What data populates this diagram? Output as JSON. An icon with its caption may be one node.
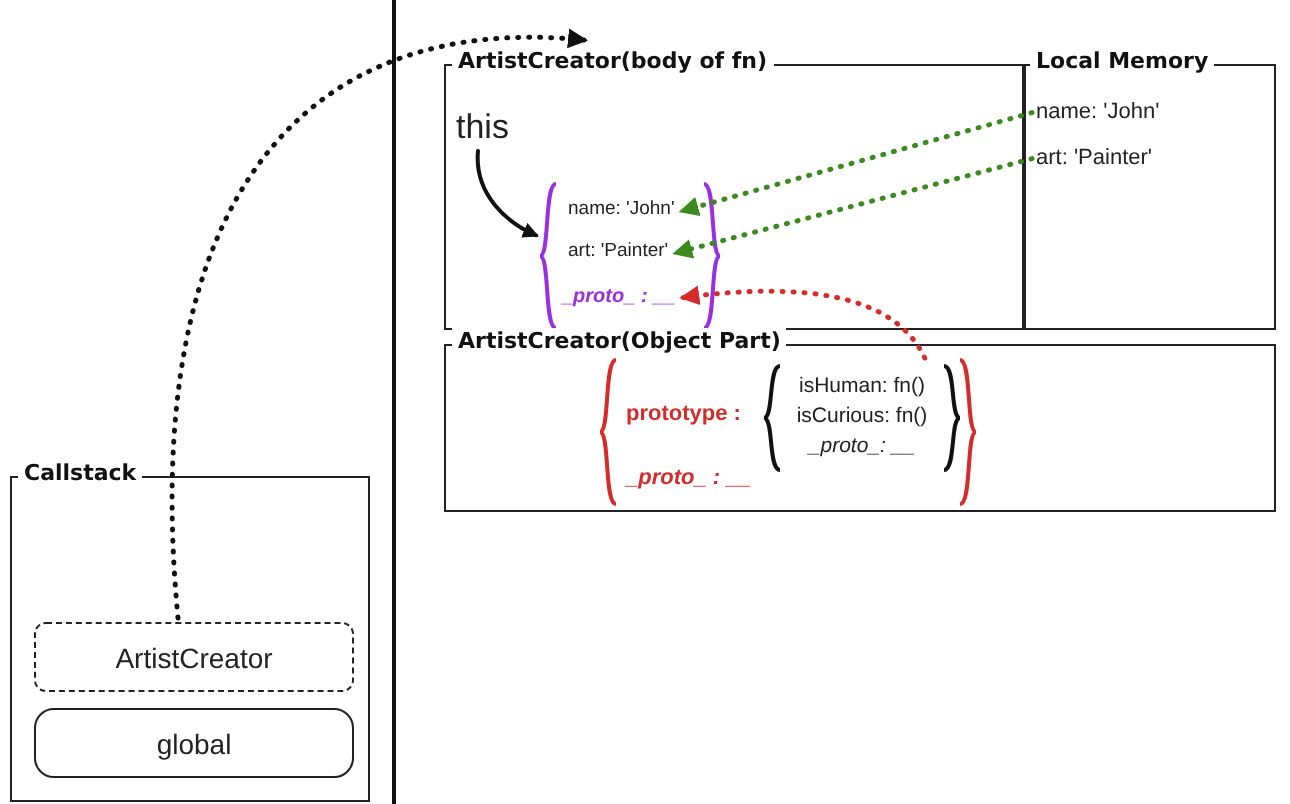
{
  "diagram": {
    "nodes": [
      {
        "text": [
          "Callstack"
        ]
      },
      {
        "text": [
          "ArtistCreator"
        ],
        "in": 0
      },
      {
        "text": [
          "global"
        ],
        "in": 0
      },
      {
        "text": [
          "ArtistCreator(body of fn)"
        ]
      },
      {
        "text": [
          "Local Memory"
        ]
      },
      {
        "text": [
          "name: 'John'"
        ],
        "in": 4
      },
      {
        "text": [
          "art: 'Painter'"
        ],
        "in": 4
      },
      {
        "text": [
          "this"
        ],
        "in": 3
      },
      {
        "text": [],
        "shape": "brace",
        "in": 3
      },
      {
        "text": [
          "name: 'John'"
        ],
        "in": 8
      },
      {
        "text": [
          "art: 'Painter'"
        ],
        "in": 8
      },
      {
        "text": [
          "_proto_ : __"
        ],
        "in": 8
      },
      {
        "text": [
          "ArtistCreator(Object Part)"
        ]
      },
      {
        "text": [],
        "shape": "brace",
        "in": 12
      },
      {
        "text": [
          "prototype :"
        ],
        "in": 13
      },
      {
        "text": [],
        "shape": "brace",
        "in": 13
      },
      {
        "text": [
          "isHuman: fn()"
        ],
        "in": 15
      },
      {
        "text": [
          "isCurious: fn()"
        ],
        "in": 15
      },
      {
        "text": [
          "_proto_: __"
        ],
        "in": 15
      },
      {
        "text": [
          "_proto_ : __"
        ],
        "in": 13
      }
    ],
    "edges": [
      {
        "from": 1,
        "to": 3,
        "arrow": "to",
        "style": "dashed"
      },
      {
        "from": 7,
        "to": 8,
        "arrow": "to"
      },
      {
        "from": 5,
        "to": 9,
        "arrow": "to",
        "style": "dashed",
        "color": "#3a8a1e"
      },
      {
        "from": 6,
        "to": 10,
        "arrow": "to",
        "style": "dashed",
        "color": "#3a8a1e"
      },
      {
        "from": 13,
        "to": 11,
        "arrow": "to",
        "style": "dashed",
        "color": "#d62b2b"
      }
    ]
  }
}
